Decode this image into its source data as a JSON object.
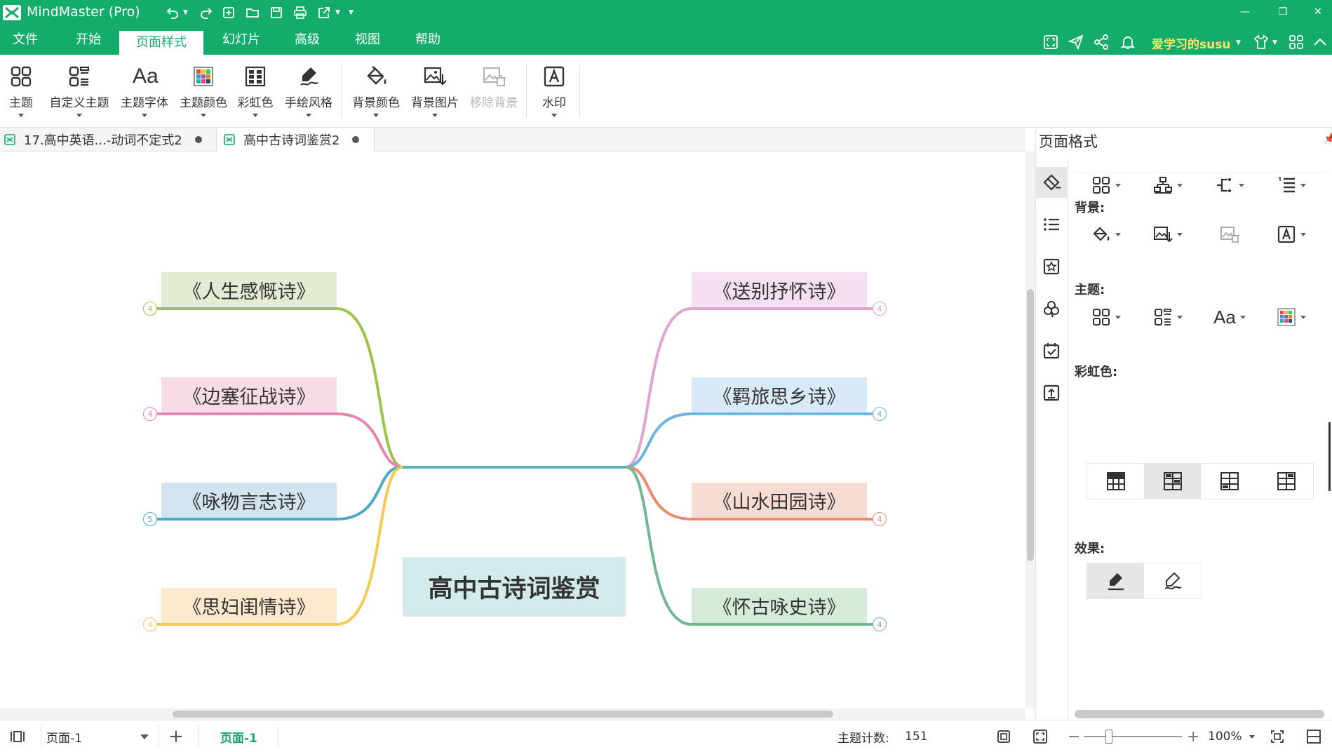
{
  "app": {
    "title": "MindMaster (Pro)"
  },
  "menu": [
    "文件",
    "开始",
    "页面样式",
    "幻灯片",
    "高级",
    "视图",
    "帮助"
  ],
  "menu_active": "页面样式",
  "user": {
    "name": "爱学习的susu"
  },
  "ribbon": {
    "buttons": [
      {
        "label": "主题",
        "icon": "theme-icon"
      },
      {
        "label": "自定义主题",
        "icon": "custom-theme-icon"
      },
      {
        "label": "主题字体",
        "icon": "font-icon"
      },
      {
        "label": "主题颜色",
        "icon": "theme-color-icon"
      },
      {
        "label": "彩虹色",
        "icon": "rainbow-icon"
      },
      {
        "label": "手绘风格",
        "icon": "hand-drawn-icon"
      },
      {
        "label": "背景颜色",
        "icon": "paint-bucket-icon"
      },
      {
        "label": "背景图片",
        "icon": "background-image-icon"
      },
      {
        "label": "移除背景",
        "icon": "remove-background-icon"
      },
      {
        "label": "水印",
        "icon": "watermark-icon"
      }
    ]
  },
  "tabs": [
    {
      "label": "17.高中英语...-动词不定式2"
    },
    {
      "label": "高中古诗词鉴赏2"
    }
  ],
  "mindmap": {
    "central": "高中古诗词鉴赏",
    "left": [
      {
        "label": "《人生感慨诗》",
        "count": "4",
        "color": "#9dc44a",
        "bg": "#e3ecd2"
      },
      {
        "label": "《边塞征战诗》",
        "count": "4",
        "color": "#e884ad",
        "bg": "#f7dbe6"
      },
      {
        "label": "《咏物言志诗》",
        "count": "5",
        "color": "#4ea8c6",
        "bg": "#d1e4ef"
      },
      {
        "label": "《思妇闺情诗》",
        "count": "4",
        "color": "#f6c955",
        "bg": "#fde9ce"
      }
    ],
    "right": [
      {
        "label": "《送别抒怀诗》",
        "count": "4",
        "color": "#dfa3d4",
        "bg": "#f4e0f1"
      },
      {
        "label": "《羁旅思乡诗》",
        "count": "4",
        "color": "#6cb3e4",
        "bg": "#d8e9f7"
      },
      {
        "label": "《山水田园诗》",
        "count": "4",
        "color": "#ea8b6f",
        "bg": "#f7dcd4"
      },
      {
        "label": "《怀古咏史诗》",
        "count": "4",
        "color": "#73b791",
        "bg": "#d6ead9"
      }
    ],
    "central_color": "#56b3c2"
  },
  "panel": {
    "title": "页面格式",
    "background_label": "背景:",
    "theme_label": "主题:",
    "rainbow_label": "彩虹色:",
    "effect_label": "效果:"
  },
  "status": {
    "page_select": "页面-1",
    "page_tab": "页面-1",
    "topic_count_label": "主题计数:",
    "topic_count": "151",
    "zoom": "100%"
  }
}
